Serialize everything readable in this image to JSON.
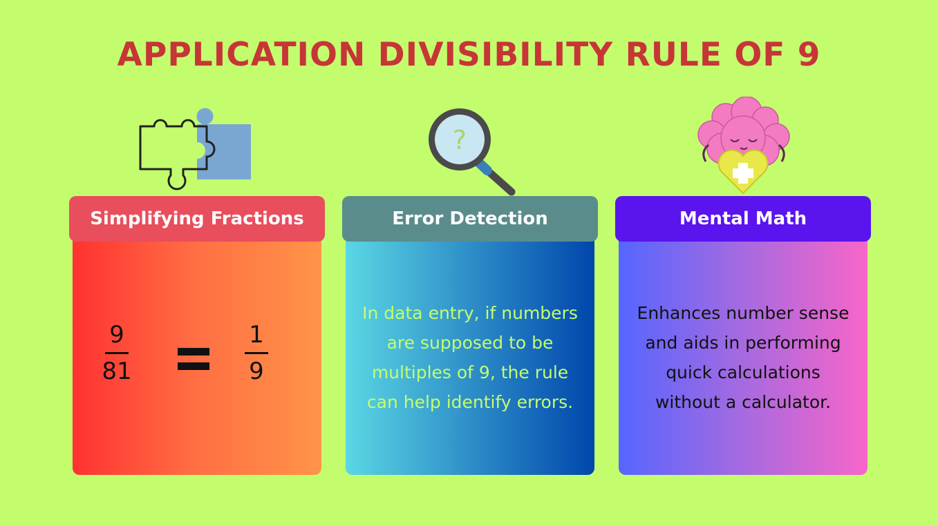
{
  "title": "APPLICATION DIVISIBILITY RULE OF 9",
  "cards": [
    {
      "header": "Simplifying Fractions",
      "icon": "puzzle-icon",
      "fraction_left": {
        "numerator": "9",
        "denominator": "81"
      },
      "fraction_right": {
        "numerator": "1",
        "denominator": "9"
      }
    },
    {
      "header": "Error Detection",
      "icon": "magnifier-question-icon",
      "lines": [
        "In data entry, if numbers",
        "are supposed to be",
        "multiples of 9, the rule",
        "can help identify errors."
      ]
    },
    {
      "header": "Mental Math",
      "icon": "brain-heart-icon",
      "lines": [
        "Enhances number sense",
        "and aids in performing",
        "quick calculations",
        "without a calculator."
      ]
    }
  ],
  "colors": {
    "background": "#c3fd6e",
    "title": "#c63636",
    "card1_header": "#e84e5c",
    "card2_header": "#5a8c8c",
    "card3_header": "#5a14ee"
  }
}
